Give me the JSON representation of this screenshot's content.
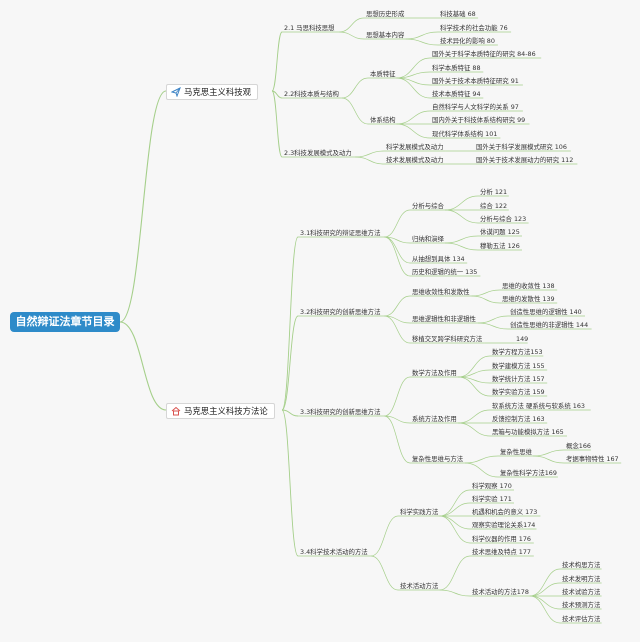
{
  "root": {
    "label": "自然辩证法章节目录"
  },
  "branches": [
    {
      "label": "马克思主义科技观",
      "icon": "paper-plane-icon",
      "children": [
        {
          "label": "2.1 马思科技思想",
          "children": [
            {
              "label": "思想历史形成",
              "children": [
                {
                  "label": "科技基础 68"
                }
              ]
            },
            {
              "label": "思想基本内容",
              "children": [
                {
                  "label": "科学技术的社会功能 76"
                },
                {
                  "label": "技术异化的影响 80"
                }
              ]
            }
          ]
        },
        {
          "label": "2.2科技本质与结构",
          "children": [
            {
              "label": "本质特征",
              "children": [
                {
                  "label": "国外关于科学本质特征的研究 84-86"
                },
                {
                  "label": "科学本质特征 88"
                },
                {
                  "label": "国外关于技术本质特征研究 91"
                },
                {
                  "label": "技术本质特征 94"
                }
              ]
            },
            {
              "label": "体系结构",
              "children": [
                {
                  "label": "自然科学与人文科学的关系 97"
                },
                {
                  "label": "国内外关于科技体系结构研究 99"
                },
                {
                  "label": "现代科学体系结构 101"
                }
              ]
            }
          ]
        },
        {
          "label": "2.3科技发展模式及动力",
          "children": [
            {
              "label": "科学发展模式及动力",
              "children": [
                {
                  "label": "国外关于科学发展模式研究 106"
                }
              ]
            },
            {
              "label": "技术发展模式及动力",
              "children": [
                {
                  "label": "国外关于技术发展动力的研究 112"
                }
              ]
            }
          ]
        }
      ]
    },
    {
      "label": "马克思主义科技方法论",
      "icon": "house-icon",
      "children": [
        {
          "label": "3.1科技研究的辩证思维方法",
          "children": [
            {
              "label": "分析与综合",
              "children": [
                {
                  "label": "分析 121"
                },
                {
                  "label": "综合 122"
                },
                {
                  "label": "分析与综合 123"
                }
              ]
            },
            {
              "label": "归纳和演绎",
              "children": [
                {
                  "label": "休谟问题 125"
                },
                {
                  "label": "穆勒五法 126"
                }
              ]
            },
            {
              "label": "从抽想到具体 134"
            },
            {
              "label": "历史和逻辑的统一 135"
            }
          ]
        },
        {
          "label": "3.2科技研究的创新思维方法",
          "children": [
            {
              "label": "思维收敛性和发散性",
              "children": [
                {
                  "label": "思维的收敛性 138"
                },
                {
                  "label": "思维的发散性 139"
                }
              ]
            },
            {
              "label": "思维逻辑性和非逻辑性",
              "children": [
                {
                  "label": "创造性思维的逻辑性 140"
                },
                {
                  "label": "创造性思维的非逻辑性 144"
                }
              ]
            },
            {
              "label": "移植交叉跨学科研究方法",
              "children": [
                {
                  "label": "149"
                }
              ]
            }
          ]
        },
        {
          "label": "3.3科技研究的创新思维方法",
          "children": [
            {
              "label": "数学方法及作用",
              "children": [
                {
                  "label": "数学方程方法153"
                },
                {
                  "label": "数学建模方法 155"
                },
                {
                  "label": "数学统计方法 157"
                },
                {
                  "label": "数学实验方法 159"
                }
              ]
            },
            {
              "label": "系统方法及作用",
              "children": [
                {
                  "label": "软系统方法 硬系统与软系统 163"
                },
                {
                  "label": "反馈控制方法 163"
                },
                {
                  "label": "黑箱与功能模拟方法 165"
                }
              ]
            },
            {
              "label": "复杂性思维与方法",
              "children": [
                {
                  "label": "复杂性思维",
                  "children": [
                    {
                      "label": "概念166"
                    },
                    {
                      "label": "考据事物特性 167"
                    }
                  ]
                },
                {
                  "label": "复杂性科学方法169"
                }
              ]
            }
          ]
        },
        {
          "label": "3.4科学技术活动的方法",
          "children": [
            {
              "label": "科学实践方法",
              "children": [
                {
                  "label": "科学观察 170"
                },
                {
                  "label": "科学实验 171"
                },
                {
                  "label": "机遇和机会的意义 173"
                },
                {
                  "label": "观察实验理论关系174"
                },
                {
                  "label": "科学仪器的作用 176"
                }
              ]
            },
            {
              "label": "技术活动方法",
              "children": [
                {
                  "label": "技术思维及特点 177"
                },
                {
                  "label": "技术活动的方法178",
                  "children": [
                    {
                      "label": "技术构思方法"
                    },
                    {
                      "label": "技术发明方法"
                    },
                    {
                      "label": "技术试验方法"
                    },
                    {
                      "label": "技术预测方法"
                    },
                    {
                      "label": "技术评估方法"
                    }
                  ]
                }
              ]
            }
          ]
        }
      ]
    }
  ],
  "colors": {
    "root_bg": "#2e8bc9",
    "link": "#a5cf8a",
    "text": "#333333"
  }
}
